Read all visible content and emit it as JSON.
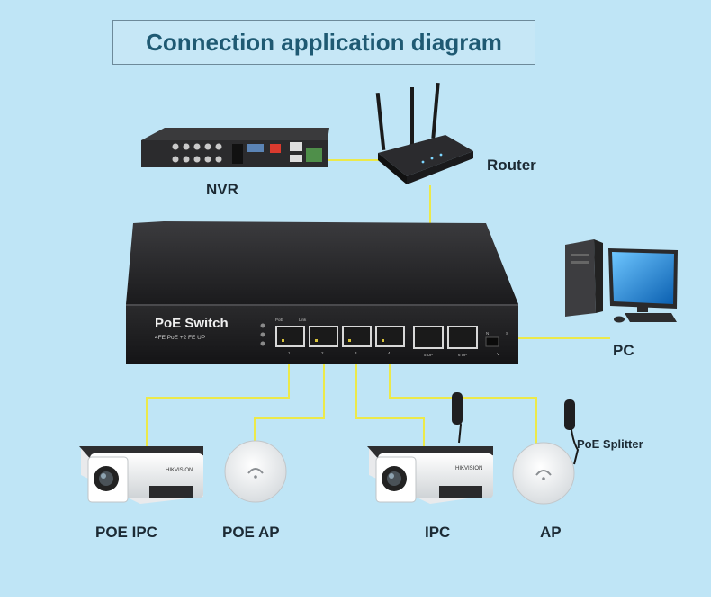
{
  "title": "Connection application diagram",
  "switch": {
    "brand": "PoE Switch",
    "model": "4FE PoE +2 FE UP",
    "led_labels": [
      "PoE",
      "Link"
    ],
    "port_labels": [
      "1",
      "2",
      "3",
      "4",
      "5 UP",
      "6 UP"
    ],
    "dip_labels": [
      "N",
      "S",
      "V"
    ]
  },
  "devices": {
    "nvr": "NVR",
    "router": "Router",
    "pc": "PC",
    "poe_ipc": "POE IPC",
    "poe_ap": "POE AP",
    "ipc": "IPC",
    "ap": "AP",
    "poe_splitter": "PoE Splitter"
  },
  "camera_brand": "HIKVISION",
  "colors": {
    "background": "#bfe5f6",
    "cable": "#ece94a",
    "title_text": "#1f5a73",
    "switch_body": "#1e1e20"
  }
}
